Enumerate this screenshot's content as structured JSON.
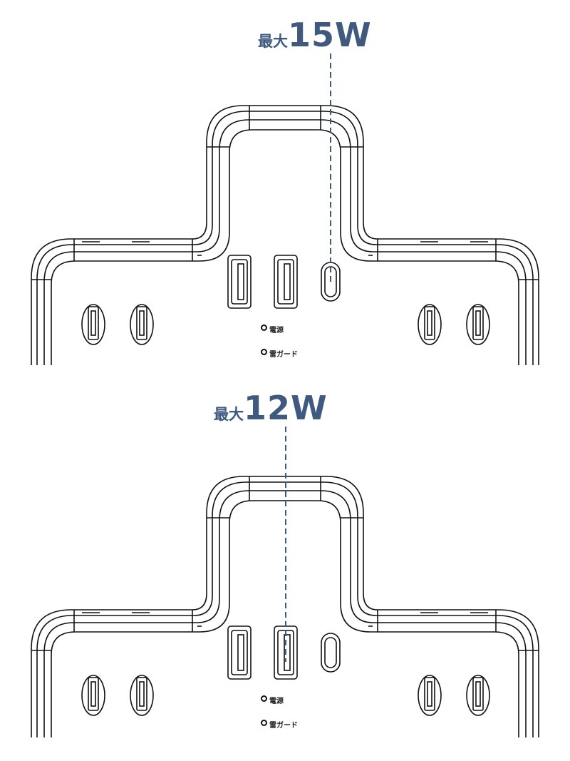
{
  "colors": {
    "accent": "#3f5a7e",
    "line": "#111111"
  },
  "panels": [
    {
      "callout_prefix": "最大",
      "callout_value": "15W",
      "led_power_label": "電源",
      "led_guard_label": "雷ガード"
    },
    {
      "callout_prefix": "最大",
      "callout_value": "12W",
      "led_power_label": "電源",
      "led_guard_label": "雷ガード"
    }
  ]
}
